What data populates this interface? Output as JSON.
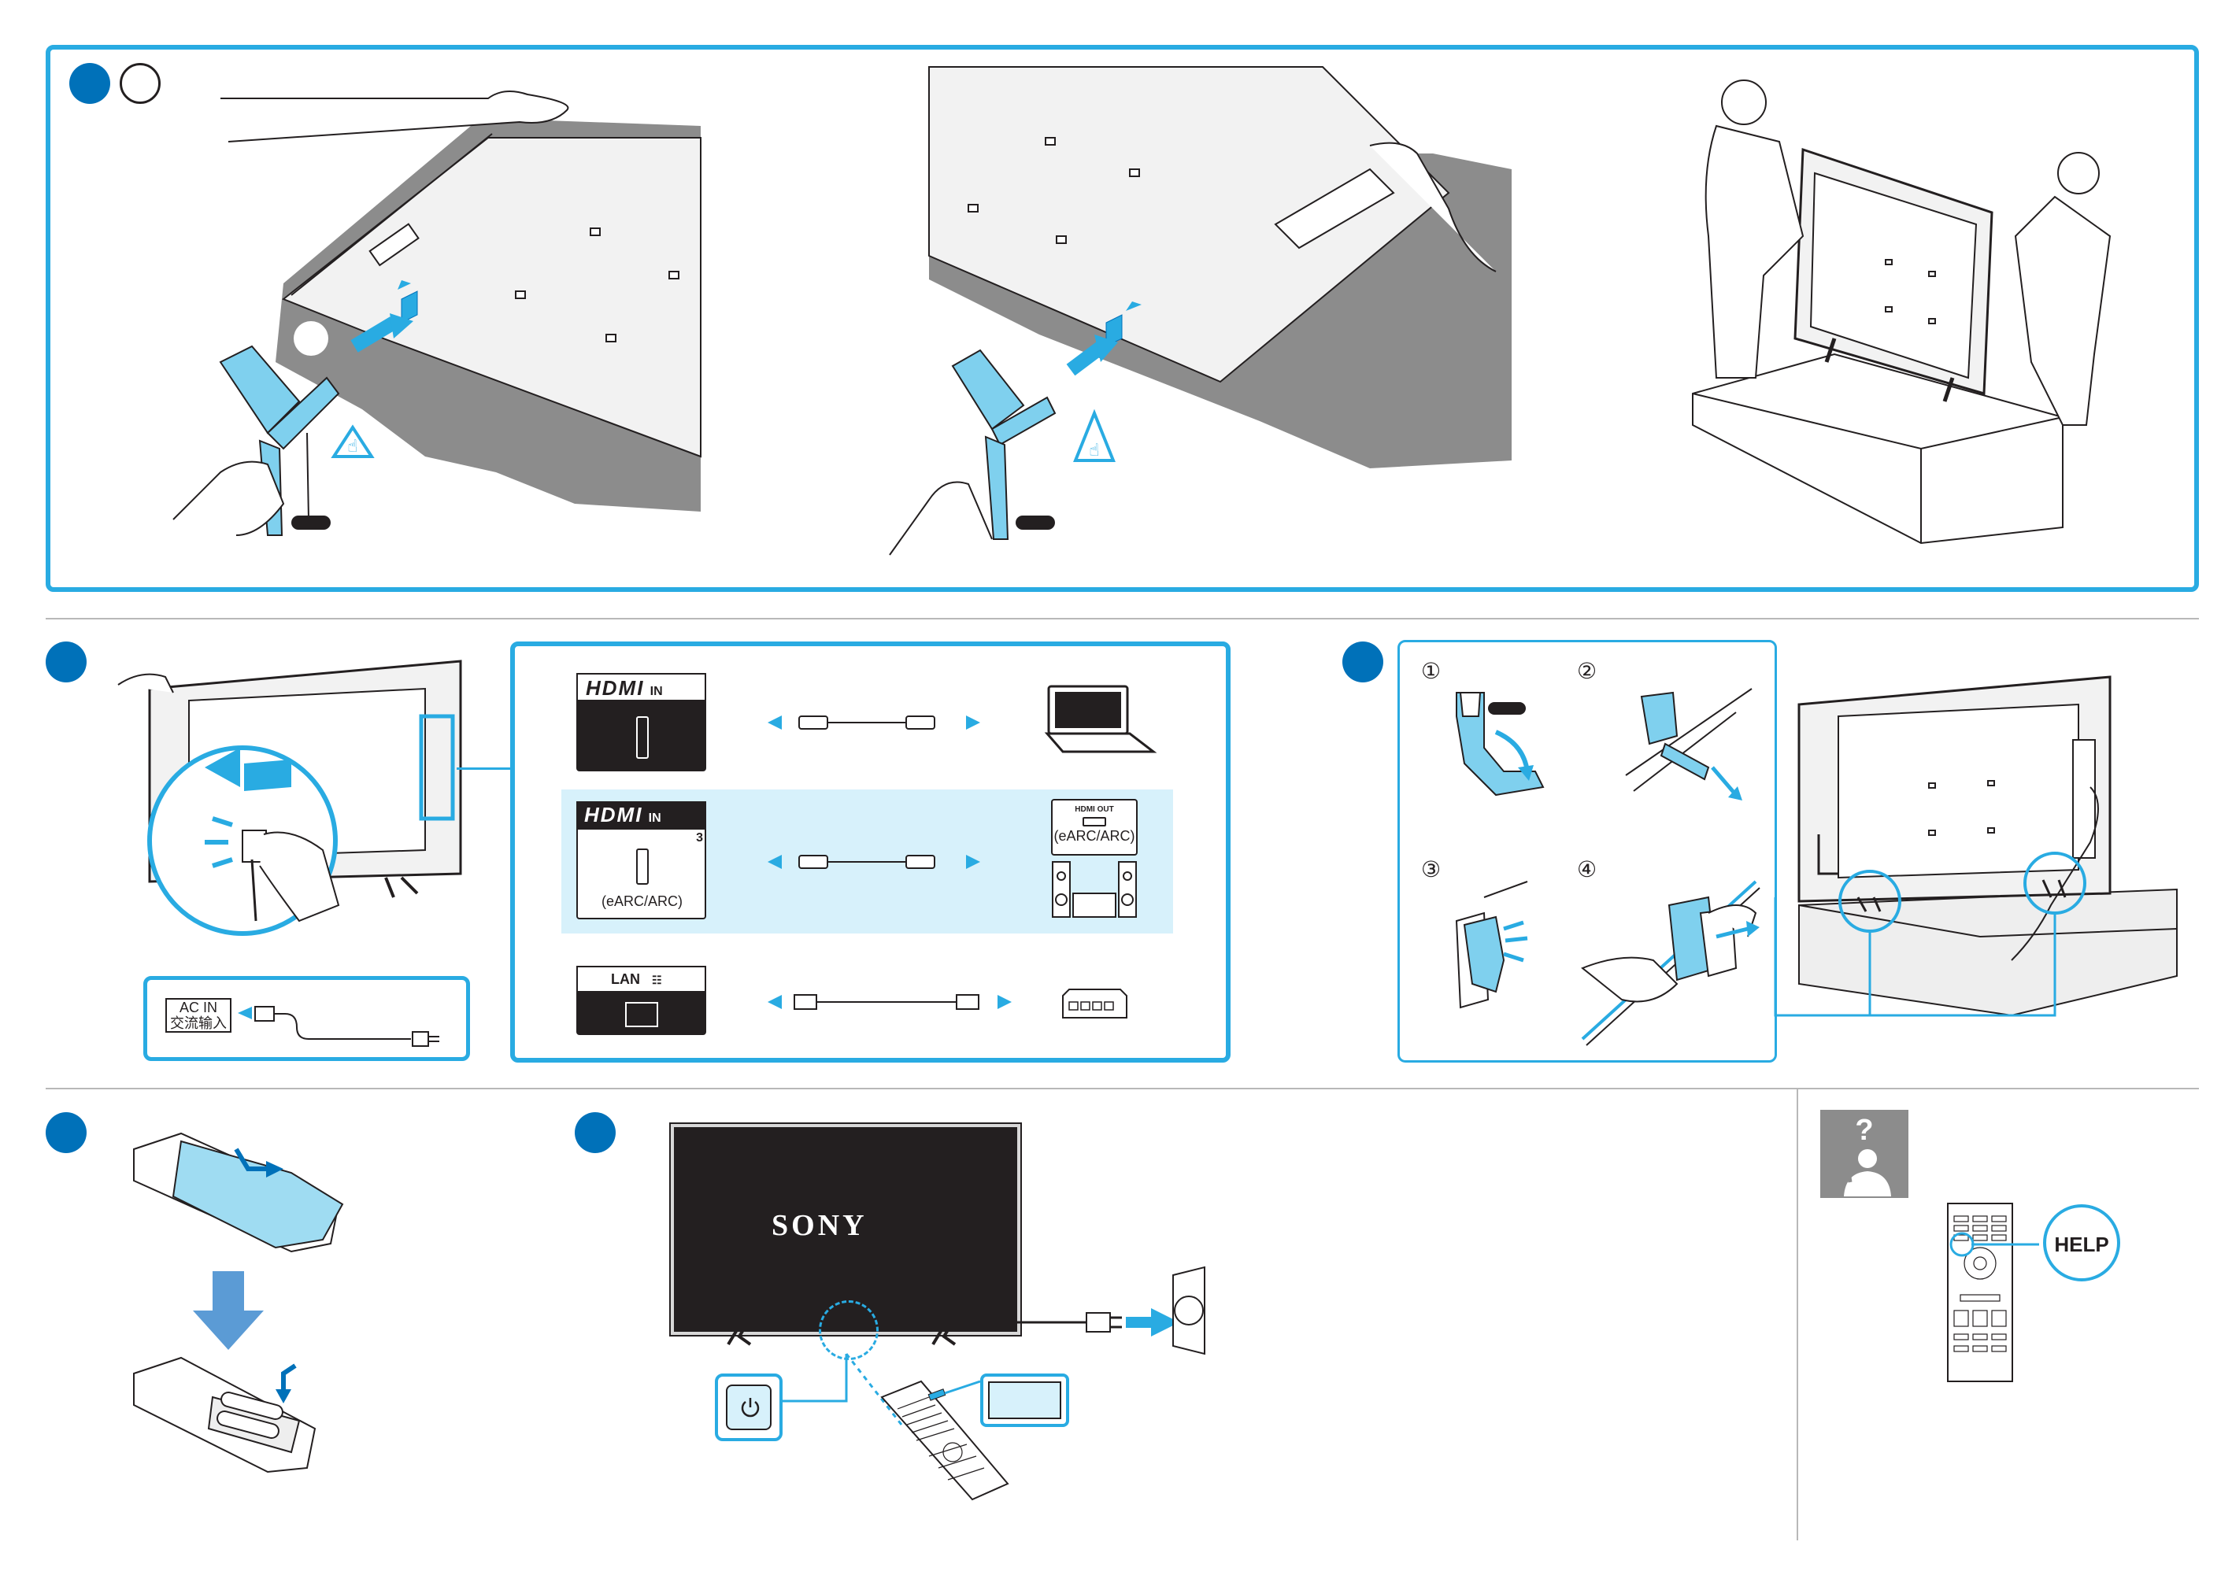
{
  "brand": "SONY",
  "colors": {
    "accent": "#29abe2",
    "step_badge": "#0071b9",
    "highlight": "#d7f1fb",
    "ink": "#231f20"
  },
  "connections": {
    "hdmi1": {
      "logo": "HDMI",
      "suffix": "IN",
      "device": "laptop-icon"
    },
    "hdmi3": {
      "logo": "HDMI",
      "suffix": "IN",
      "port_number": "3",
      "note": "(eARC/ARC)",
      "device_out_label": "HDMI OUT",
      "device_note": "(eARC/ARC)",
      "device": "sound-system-icon"
    },
    "lan": {
      "label": "LAN",
      "device": "router-icon"
    }
  },
  "power": {
    "label_en": "AC IN",
    "label_cn": "交流输入"
  },
  "clip_steps": [
    "①",
    "②",
    "③",
    "④"
  ],
  "help": {
    "label": "HELP",
    "icon": "help-person-icon"
  }
}
